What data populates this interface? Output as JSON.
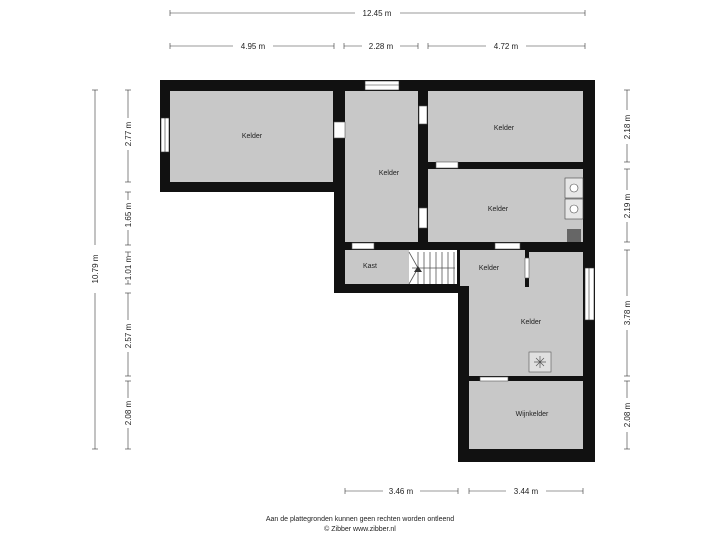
{
  "dimensions": {
    "top_total": "12.45 m",
    "top_segments": [
      "4.95 m",
      "2.28 m",
      "4.72 m"
    ],
    "bottom_segments": [
      "3.46 m",
      "3.44 m"
    ],
    "left_total": "10.79 m",
    "left_segments": [
      "2.77 m",
      "1.65 m",
      "1.01 m",
      "2.57 m",
      "2.08 m"
    ],
    "right_segments": [
      "2.18 m",
      "2.19 m",
      "3.78 m",
      "2.08 m"
    ]
  },
  "rooms": [
    "Kelder",
    "Kelder",
    "Kelder",
    "Kelder",
    "Kast",
    "Kelder",
    "Kelder",
    "Wijnkelder"
  ],
  "footer": {
    "disclaimer": "Aan de plattegronden kunnen geen rechten worden ontleend",
    "copyright": "© Zibber www.zibber.nl"
  },
  "colors": {
    "wall": "#111111",
    "floor": "#c8c8c8",
    "dim_line": "#333333"
  }
}
